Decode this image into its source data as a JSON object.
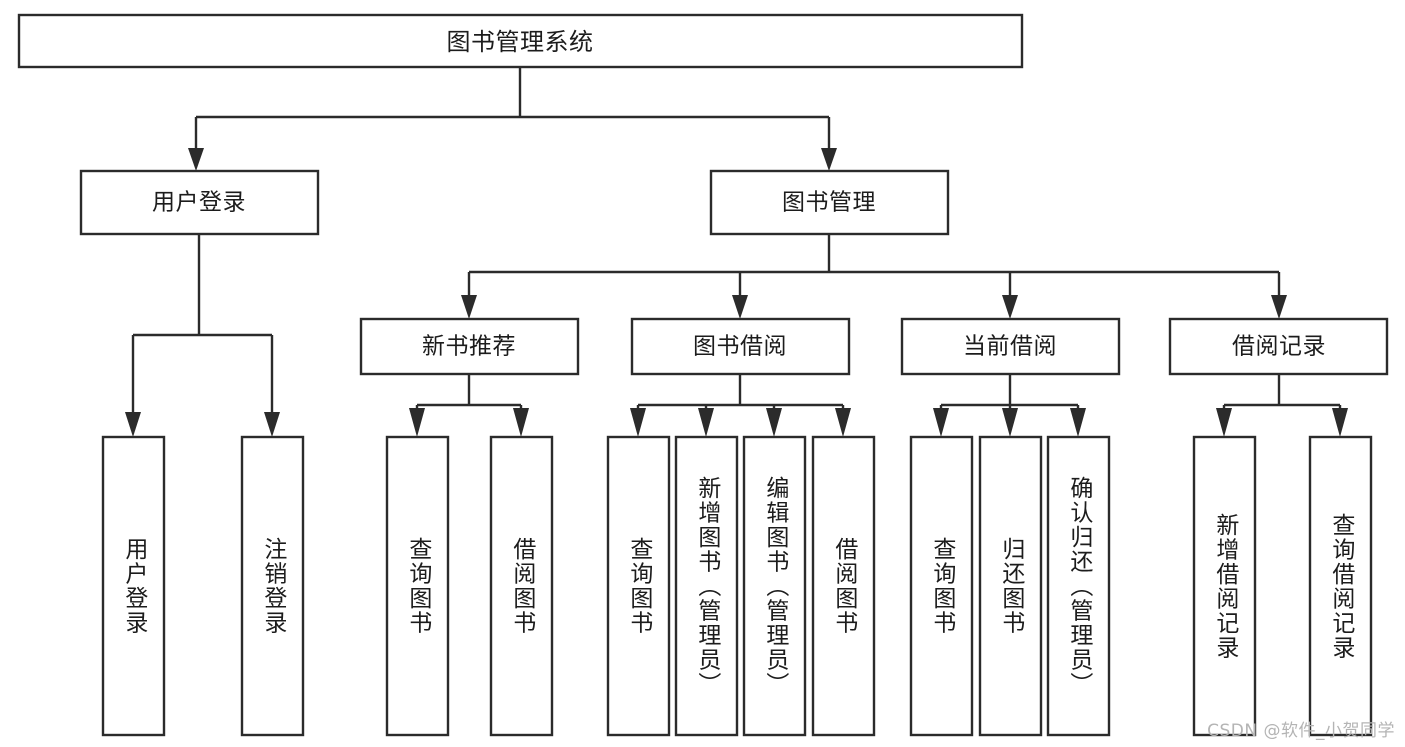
{
  "diagram": {
    "title": "图书管理系统",
    "watermark": "CSDN @软件_小贺同学",
    "type": "tree-hierarchy",
    "orientation": "top-down",
    "style": {
      "background": "#ffffff",
      "box_fill": "#ffffff",
      "box_stroke": "#2b2b2b",
      "text_color": "#1c1c1c",
      "watermark_color": "#b4b4b4"
    },
    "levels": {
      "level1": [
        "图书管理系统"
      ],
      "level2": [
        "用户登录",
        "图书管理"
      ],
      "level3": [
        "新书推荐",
        "图书借阅",
        "当前借阅",
        "借阅记录"
      ],
      "level4": [
        "用户登录",
        "注销登录",
        "查询图书",
        "借阅图书",
        "查询图书",
        "新增图书（管理员）",
        "编辑图书（管理员）",
        "借阅图书",
        "查询图书",
        "归还图书",
        "确认归还（管理员）",
        "新增借阅记录",
        "查询借阅记录"
      ]
    },
    "nodes": {
      "root": {
        "label": "图书管理系统"
      },
      "user_login": {
        "label": "用户登录"
      },
      "book_mgmt": {
        "label": "图书管理"
      },
      "new_book_rec": {
        "label": "新书推荐"
      },
      "book_borrow": {
        "label": "图书借阅"
      },
      "current_borrow": {
        "label": "当前借阅"
      },
      "borrow_record": {
        "label": "借阅记录"
      }
    },
    "leaves": {
      "user_login_1": {
        "label": "用户登录"
      },
      "user_login_2": {
        "label": "注销登录"
      },
      "new_book_rec_1": {
        "label": "查询图书"
      },
      "new_book_rec_2": {
        "label": "借阅图书"
      },
      "book_borrow_1": {
        "label": "查询图书"
      },
      "book_borrow_2": {
        "label": "新增图书（管理员）"
      },
      "book_borrow_3": {
        "label": "编辑图书（管理员）"
      },
      "book_borrow_4": {
        "label": "借阅图书"
      },
      "current_borrow_1": {
        "label": "查询图书"
      },
      "current_borrow_2": {
        "label": "归还图书"
      },
      "current_borrow_3": {
        "label": "确认归还（管理员）"
      },
      "borrow_record_1": {
        "label": "新增借阅记录"
      },
      "borrow_record_2": {
        "label": "查询借阅记录"
      }
    }
  }
}
